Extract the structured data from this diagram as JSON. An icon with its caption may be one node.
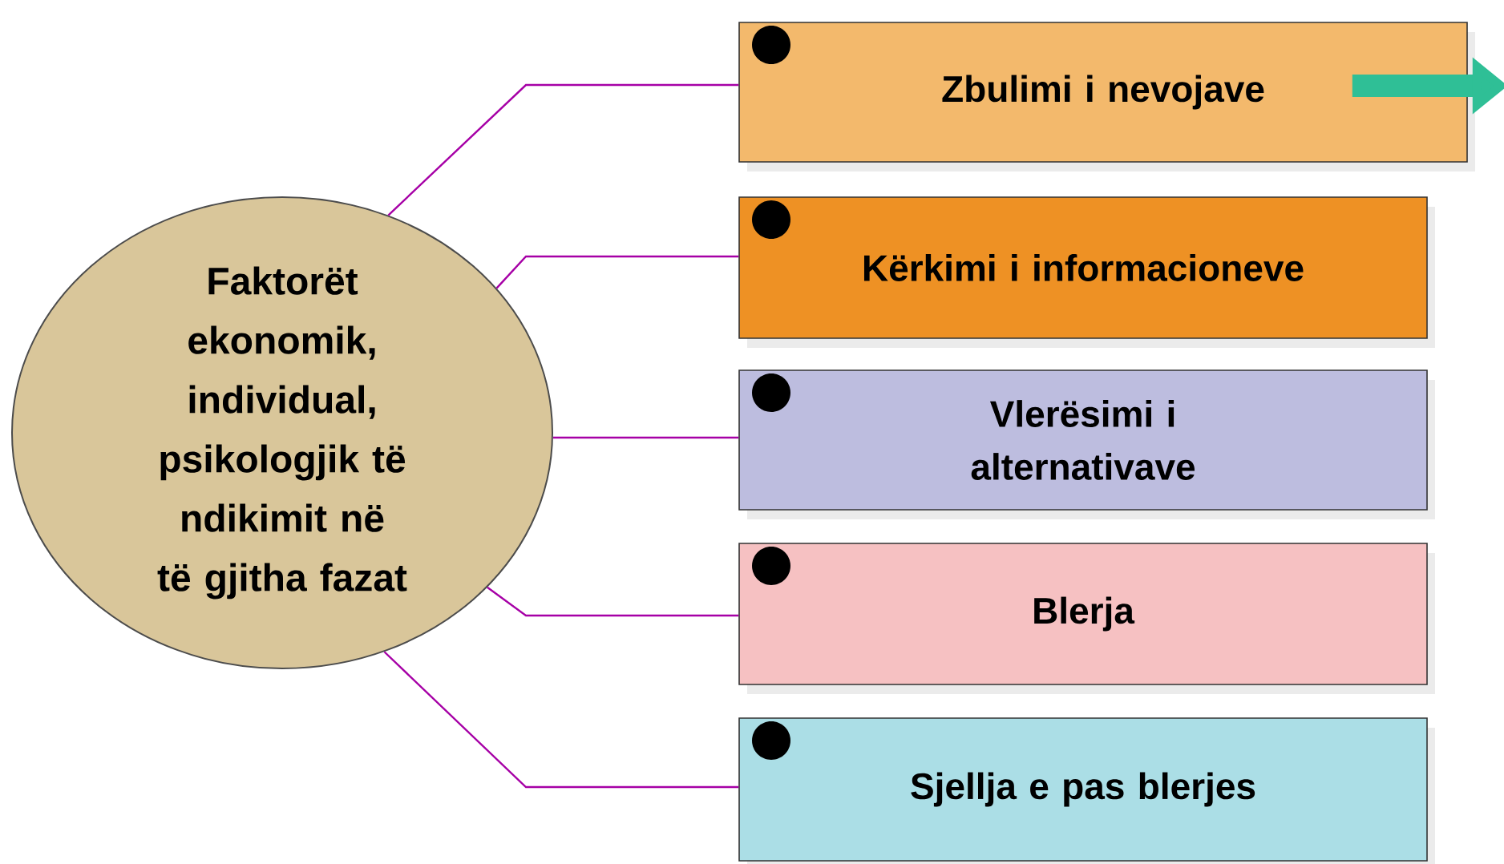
{
  "diagram": {
    "nodes": [
      {
        "text": [
          "Faktorët ekonomik, individual, psikologjik të ndikimit në të gjitha fazat"
        ]
      },
      {
        "text": [
          "Zbulimi i nevojave"
        ]
      },
      {
        "text": [
          "Kërkimi i informacioneve"
        ]
      },
      {
        "text": [
          "Vlerësimi i alternativave"
        ]
      },
      {
        "text": [
          "Blerja"
        ]
      },
      {
        "text": [
          "Sjellja e pas blerjes"
        ]
      }
    ],
    "edges": [
      {
        "from": 0,
        "to": 1,
        "arrow": "none"
      },
      {
        "from": 0,
        "to": 2,
        "arrow": "none"
      },
      {
        "from": 0,
        "to": 3,
        "arrow": "none"
      },
      {
        "from": 0,
        "to": 4,
        "arrow": "none"
      },
      {
        "from": 0,
        "to": 5,
        "arrow": "none"
      },
      {
        "from": 1,
        "to": null,
        "arrow": "to",
        "style": "thick",
        "color": "#2fbf96"
      }
    ]
  }
}
